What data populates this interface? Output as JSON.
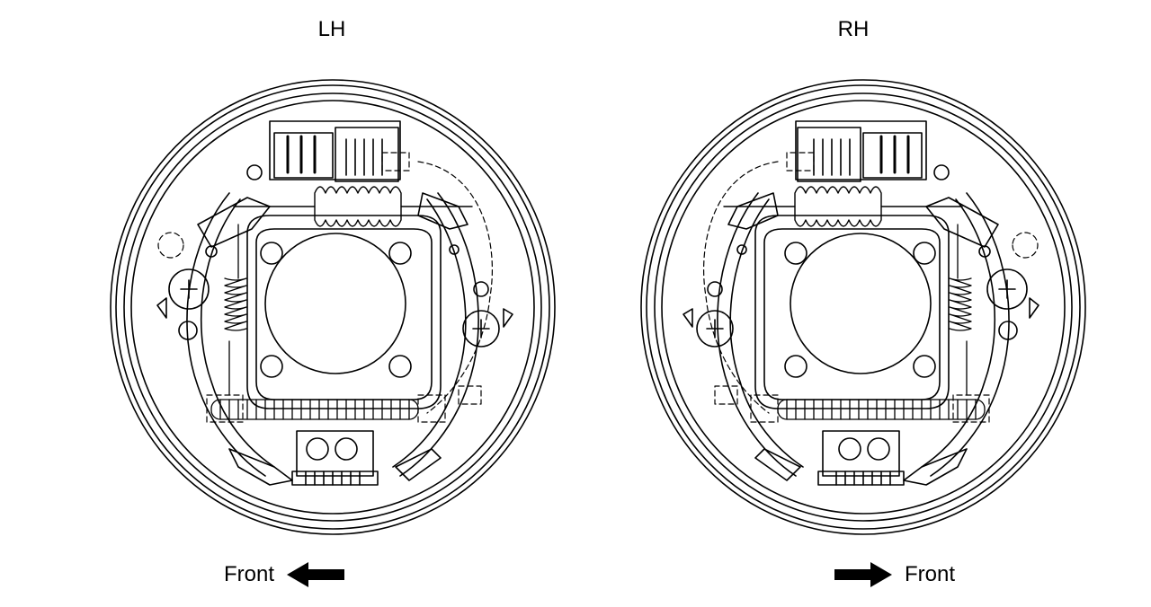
{
  "assemblies": [
    {
      "side": "LH",
      "front_label": "Front",
      "front_arrow": "arrow-left-icon"
    },
    {
      "side": "RH",
      "front_label": "Front",
      "front_arrow": "arrow-right-icon"
    }
  ],
  "colors": {
    "line": "#000000",
    "background": "#ffffff"
  }
}
